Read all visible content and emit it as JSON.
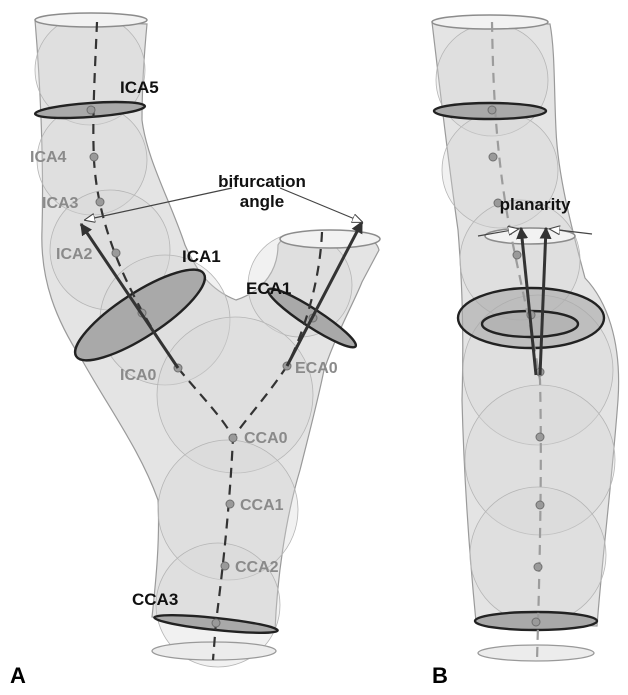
{
  "labels": {
    "ica5": "ICA5",
    "ica4": "ICA4",
    "ica3": "ICA3",
    "ica2": "ICA2",
    "ica1": "ICA1",
    "ica0": "ICA0",
    "eca1": "ECA1",
    "eca0": "ECA0",
    "cca0": "CCA0",
    "cca1": "CCA1",
    "cca2": "CCA2",
    "cca3": "CCA3"
  },
  "annotations": {
    "bifurcation_line1": "bifurcation",
    "bifurcation_line2": "angle",
    "planarity": "planarity"
  },
  "panels": {
    "a": "A",
    "b": "B"
  }
}
